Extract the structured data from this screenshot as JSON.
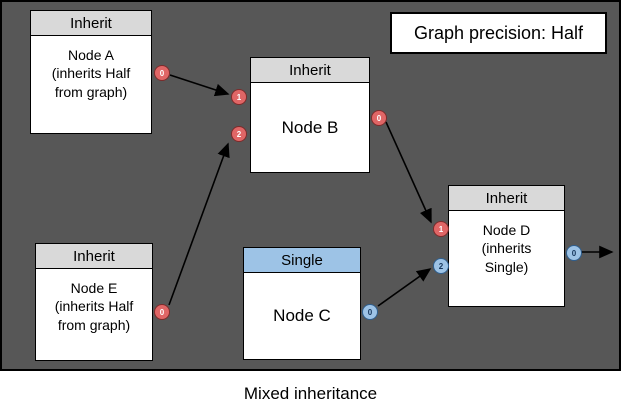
{
  "colors": {
    "canvas_bg": "#575757",
    "inherit_header": "#d9d9d9",
    "single_header": "#9dc3e6",
    "half_port": "#e06666",
    "single_port": "#9dc3e6"
  },
  "precision_banner": {
    "text": "Graph precision: Half"
  },
  "caption": "Mixed inheritance",
  "nodes": {
    "a": {
      "header": "Inherit",
      "lines": [
        "Node A",
        "(inherits Half",
        "from graph)"
      ],
      "output_port": "0"
    },
    "b": {
      "header": "Inherit",
      "title": "Node B",
      "input_ports": [
        "1",
        "2"
      ],
      "output_port": "0"
    },
    "c": {
      "header": "Single",
      "title": "Node C",
      "output_port": "0"
    },
    "d": {
      "header": "Inherit",
      "lines": [
        "Node D",
        "(inherits",
        "Single)"
      ],
      "input_ports": [
        "1",
        "2"
      ],
      "output_port": "0"
    },
    "e": {
      "header": "Inherit",
      "lines": [
        "Node E",
        "(inherits Half",
        "from graph)"
      ],
      "output_port": "0"
    }
  },
  "edges": [
    {
      "from": "node-a-output",
      "to": "node-b-input-1"
    },
    {
      "from": "node-e-output",
      "to": "node-b-input-2"
    },
    {
      "from": "node-b-output",
      "to": "node-d-input-1"
    },
    {
      "from": "node-c-output",
      "to": "node-d-input-2"
    },
    {
      "from": "node-d-output",
      "to": "graph-output"
    }
  ]
}
